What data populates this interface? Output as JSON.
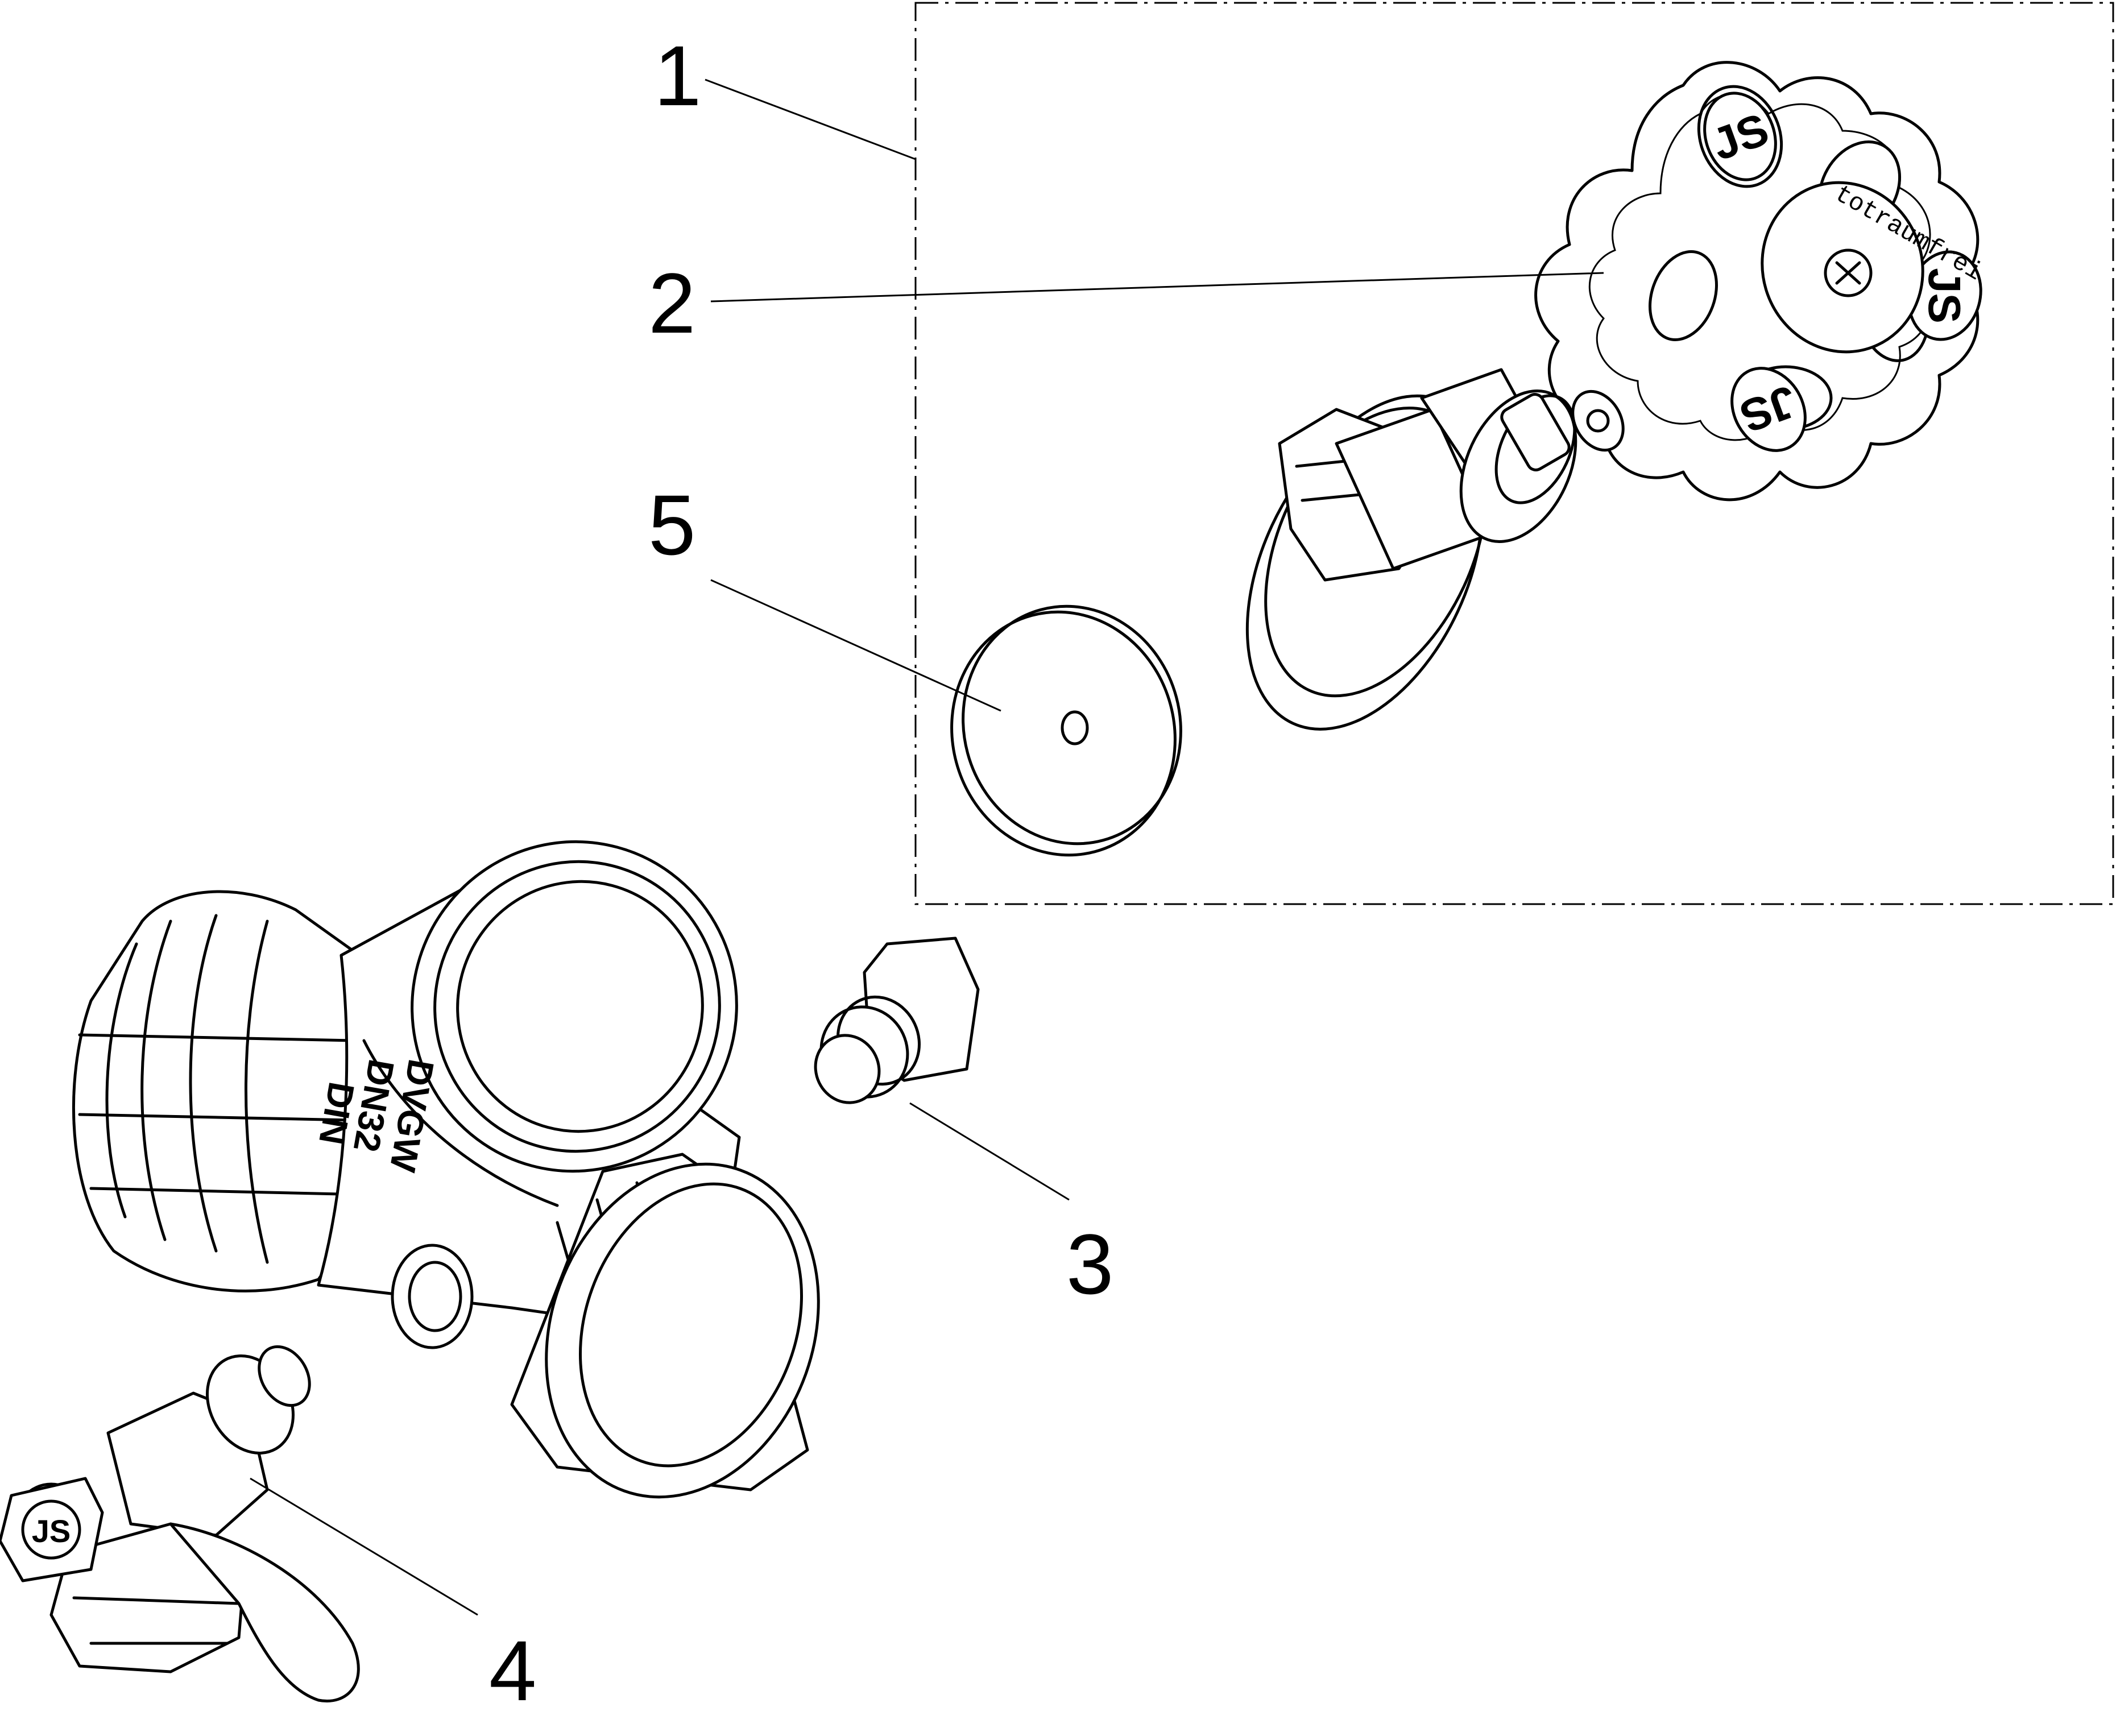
{
  "callouts": [
    {
      "id": "1",
      "label": "1"
    },
    {
      "id": "2",
      "label": "2"
    },
    {
      "id": "3",
      "label": "3"
    },
    {
      "id": "4",
      "label": "4"
    },
    {
      "id": "5",
      "label": "5"
    }
  ],
  "markings": {
    "body_line1": "DVGW",
    "body_line2": "DN32",
    "body_line3": "DIN",
    "handwheel_text": "totraumfrei",
    "logo": "JS"
  },
  "colors": {
    "line": "#000000",
    "background": "#ffffff"
  }
}
